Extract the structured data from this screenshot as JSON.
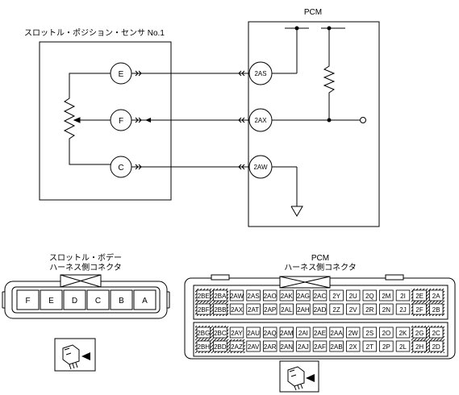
{
  "pcm_title": "PCM",
  "sensor_title": "スロットル・ポジション・センサ No.1",
  "sensor_terminals": [
    "E",
    "F",
    "C"
  ],
  "pcm_terminals": [
    "2AS",
    "2AX",
    "2AW"
  ],
  "throttle_connector": {
    "title_line1": "スロットル・ボデー",
    "title_line2": "ハーネス側コネクタ",
    "pins": [
      "F",
      "E",
      "D",
      "C",
      "B",
      "A"
    ]
  },
  "pcm_connector": {
    "title_line1": "PCM",
    "title_line2": "ハーネス側コネクタ",
    "rows": [
      [
        "2BE",
        "2BA",
        "2AW",
        "2AS",
        "2AO",
        "2AK",
        "2AG",
        "2AC",
        "2Y",
        "2U",
        "2Q",
        "2M",
        "2I",
        "2E",
        "2A"
      ],
      [
        "2BF",
        "2BB",
        "2AX",
        "2AT",
        "2AP",
        "2AL",
        "2AH",
        "2AD",
        "2Z",
        "2V",
        "2R",
        "2N",
        "2J",
        "2F",
        "2B"
      ],
      [
        "2BG",
        "2BC",
        "2AY",
        "2AU",
        "2AQ",
        "2AM",
        "2AI",
        "2AE",
        "2AA",
        "2W",
        "2S",
        "2O",
        "2K",
        "2G",
        "2C"
      ],
      [
        "2BH",
        "2BD",
        "2AZ",
        "2AV",
        "2AR",
        "2AN",
        "2AJ",
        "2AF",
        "2AB",
        "2X",
        "2T",
        "2P",
        "2L",
        "2H",
        "2D"
      ]
    ]
  },
  "icons": [
    "connector-plug-icon",
    "connector-plug-icon"
  ]
}
